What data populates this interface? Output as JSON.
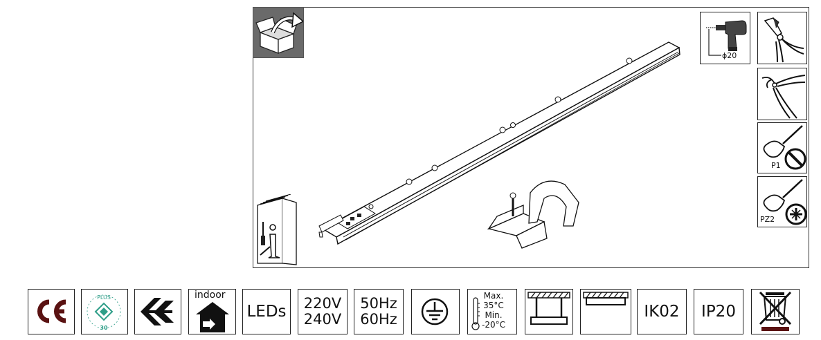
{
  "tools": {
    "drill_size": "ϕ20",
    "screwdriver_flat": "P1",
    "screwdriver_pozi": "PZ2"
  },
  "badges": {
    "indoor": "indoor",
    "leds": "LEDs",
    "voltage_1": "220V",
    "voltage_2": "240V",
    "freq_1": "50Hz",
    "freq_2": "60Hz",
    "temp_max_label": "Max.",
    "temp_max": "35°C",
    "temp_min_label": "Min.",
    "temp_min": "-20°C",
    "ik": "IK02",
    "ip": "IP20",
    "plus_seal": "PLUS",
    "plus_number": "30"
  },
  "colors": {
    "frame": "#333333",
    "unbox_tile": "#6a6a6a",
    "ce_mark": "#5a1212",
    "weee_bar": "#5a1212",
    "plus_seal": "#2e9e88"
  }
}
